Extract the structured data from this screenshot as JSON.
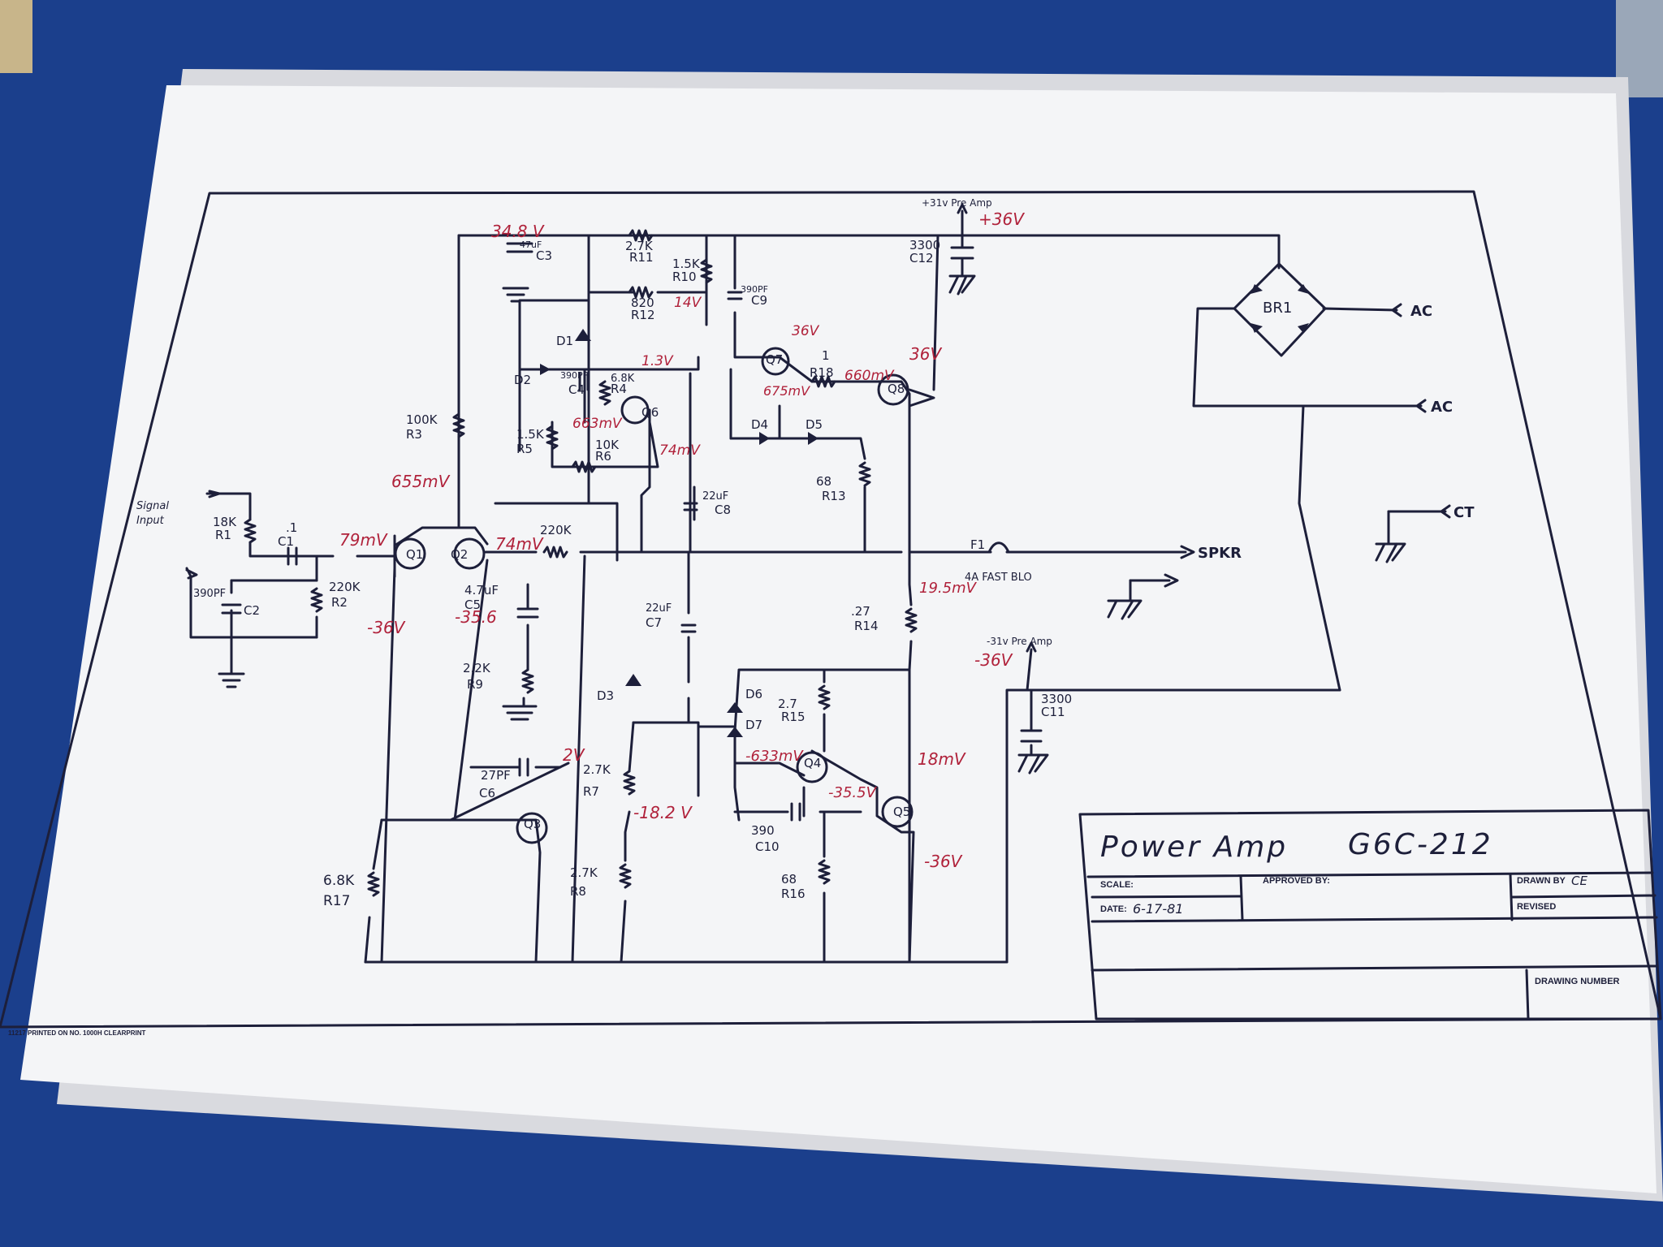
{
  "colors": {
    "background": "#1b3f8c",
    "paper": "#f4f5f7",
    "ink": "#1d1f3a",
    "annotation_red": "#b0223b"
  },
  "title_block": {
    "title": "Power Amp",
    "model": "G6C-212",
    "scale_label": "SCALE:",
    "approved_label": "APPROVED BY:",
    "drawn_label": "DRAWN BY",
    "drawn_value": "CE",
    "date_label": "DATE:",
    "date_value": "6-17-81",
    "revised_label": "REVISED",
    "drawing_number_label": "DRAWING NUMBER"
  },
  "footer": "11217   PRINTED ON NO. 1000H CLEARPRINT",
  "input": {
    "label_line1": "Signal",
    "label_line2": "Input"
  },
  "components": {
    "r1": [
      "18K",
      "R1"
    ],
    "c1": [
      ".1",
      "C1"
    ],
    "c2": [
      "390PF",
      "C2"
    ],
    "r2": [
      "220K",
      "R2"
    ],
    "q1": "Q1",
    "q2": "Q2",
    "r3": [
      "100K",
      "R3"
    ],
    "c3": [
      "47uF",
      "C3"
    ],
    "r11": [
      "2.7K",
      "R11"
    ],
    "r10": [
      "1.5K",
      "R10"
    ],
    "r12": [
      "820",
      "R12"
    ],
    "d1": "D1",
    "d2": "D2",
    "c4": [
      "390PF",
      "C4"
    ],
    "r4": [
      "6.8K",
      "R4"
    ],
    "q6": "Q6",
    "r5": [
      "1.5K",
      "R5"
    ],
    "r6": [
      "10K",
      "R6"
    ],
    "c9": [
      "390PF",
      "C9"
    ],
    "q7": "Q7",
    "r18": [
      "1",
      "R18"
    ],
    "q8": "Q8",
    "d4": "D4",
    "d5": "D5",
    "r13": [
      "68",
      "R13"
    ],
    "c8": [
      "22uF",
      "C8"
    ],
    "c12": [
      "3300",
      "C12"
    ],
    "br1": "BR1",
    "r220k": [
      "220K"
    ],
    "c5": [
      "4.7uF",
      "C5"
    ],
    "r9": [
      "2.2K",
      "R9"
    ],
    "c7": [
      "22uF",
      "C7"
    ],
    "d3": "D3",
    "f1": [
      "F1",
      "4A FAST BLO"
    ],
    "r14": [
      ".27",
      "R14"
    ],
    "d6": "D6",
    "d7": "D7",
    "r15": [
      "2.7",
      "R15"
    ],
    "q4": "Q4",
    "q5": "Q5",
    "c10": [
      "390",
      "C10"
    ],
    "r16": [
      "68",
      "R16"
    ],
    "c6": [
      "27PF",
      "C6"
    ],
    "q3": "Q3",
    "r7": [
      "2.7K",
      "R7"
    ],
    "r8": [
      "2.7K",
      "R8"
    ],
    "r17": [
      "6.8K",
      "R17"
    ],
    "c11": [
      "3300",
      "C11"
    ]
  },
  "nets": {
    "pos_preamp": "+31v Pre Amp",
    "neg_preamp": "-31v Pre Amp",
    "ac1": "AC",
    "ac2": "AC",
    "ct": "CT",
    "spkr": "SPKR"
  },
  "annotations": {
    "v_c3": "34.8 V",
    "v_pos36": "+36V",
    "v_r12": "14V",
    "v_q7": "36V",
    "v_q8": "36V",
    "v_r4": "1.3V",
    "v_r18": "660mV",
    "v_q7e": "675mV",
    "v_q6": "663mV",
    "v_q6e": "74mV",
    "v_r3": "655mV",
    "v_q1": "79mV",
    "v_q2": "74mV",
    "v_neg36a": "-36V",
    "v_c5": "-35.6",
    "v_fuse": "19.5mV",
    "v_neg36b": "-36V",
    "v_q3": "2V",
    "v_q4": "-633mV",
    "v_q5b": "-35.5V",
    "v_r7": "-18.2 V",
    "v_q5c": "18mV",
    "v_neg36c": "-36V"
  }
}
